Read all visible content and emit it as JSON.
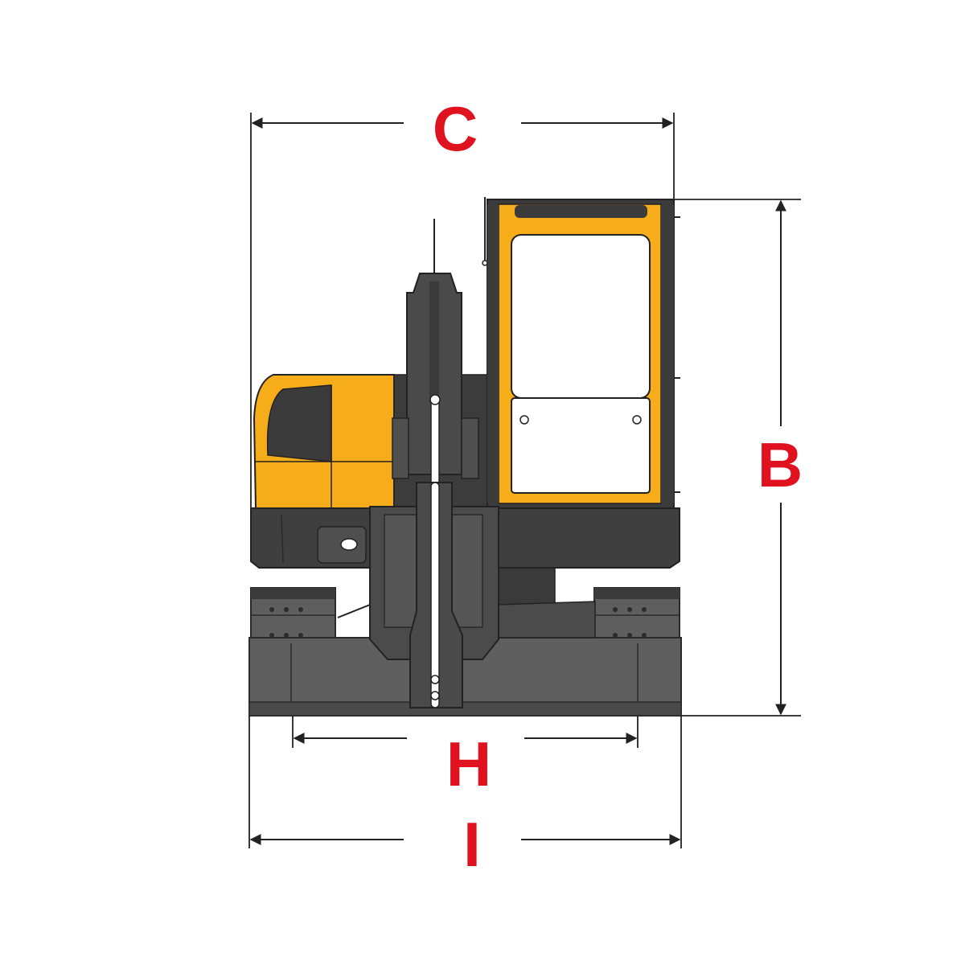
{
  "labels": {
    "overall_width": "C",
    "overall_height": "B",
    "track_gauge": "H",
    "track_width": "I"
  },
  "colors": {
    "body_yellow": "#f7ad1a",
    "frame_dark": "#3b3b3b",
    "undercarriage": "#5e5e5e",
    "boom": "#4a4a4a",
    "dimension_line": "#222222",
    "dimension_label": "#e0121f",
    "glass": "#ffffff"
  },
  "icons": {
    "machine": "excavator-front-view",
    "arrows": "dimension-arrow"
  }
}
